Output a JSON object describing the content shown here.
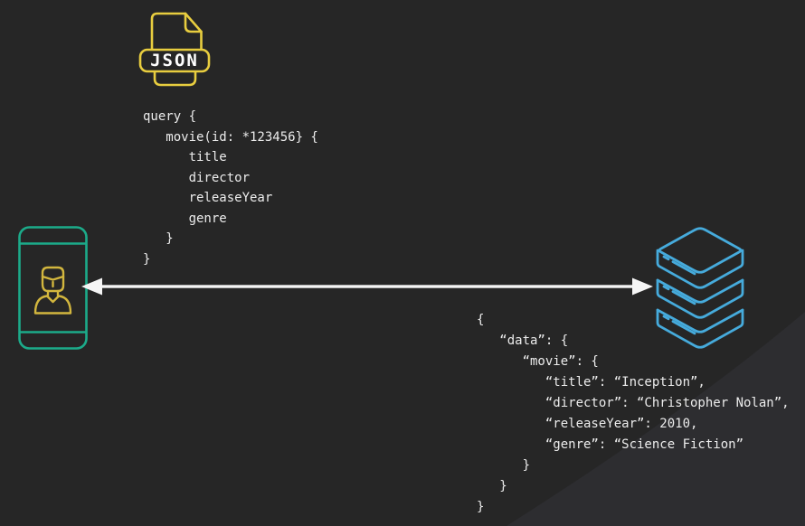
{
  "colors": {
    "background": "#262626",
    "background_sweep": "#2d2d30",
    "gold": "#e8cd3f",
    "person_gold": "#d2b63e",
    "teal": "#1cab8a",
    "blue": "#46abdc",
    "code_text": "#ececec",
    "arrow": "#f5f5f5",
    "label_text": "#ffffff"
  },
  "file_icon": {
    "label": "JSON"
  },
  "query_block": {
    "code": "query {\n   movie(id: *123456} {\n      title\n      director\n      releaseYear\n      genre\n   }\n}"
  },
  "response_block": {
    "code": "{\n   “data”: {\n      “movie”: {\n         “title”: “Inception”,\n         “director”: “Christopher Nolan”,\n         “releaseYear”: 2010,\n         “genre”: “Science Fiction”\n      }\n   }\n}"
  },
  "nodes": {
    "client": "smartphone-with-user",
    "server": "database-stack",
    "arrow": "bidirectional"
  }
}
